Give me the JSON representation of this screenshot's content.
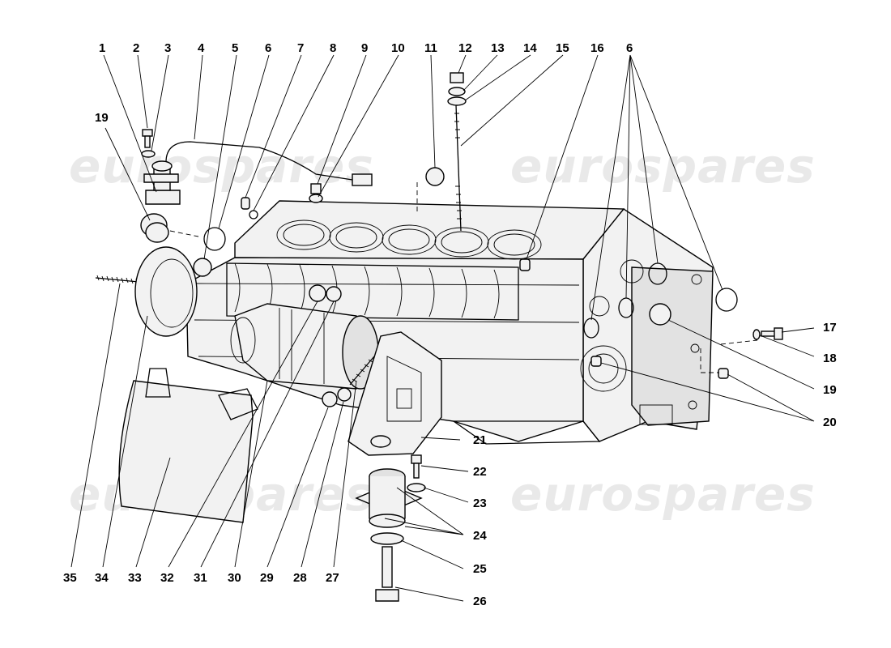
{
  "watermark": {
    "text": "eurospares"
  },
  "callouts": [
    {
      "id": "c1",
      "label": "1"
    },
    {
      "id": "c2",
      "label": "2"
    },
    {
      "id": "c3",
      "label": "3"
    },
    {
      "id": "c4",
      "label": "4"
    },
    {
      "id": "c5",
      "label": "5"
    },
    {
      "id": "c6a",
      "label": "6"
    },
    {
      "id": "c7",
      "label": "7"
    },
    {
      "id": "c8",
      "label": "8"
    },
    {
      "id": "c9",
      "label": "9"
    },
    {
      "id": "c10",
      "label": "10"
    },
    {
      "id": "c11",
      "label": "11"
    },
    {
      "id": "c12",
      "label": "12"
    },
    {
      "id": "c13",
      "label": "13"
    },
    {
      "id": "c14",
      "label": "14"
    },
    {
      "id": "c15",
      "label": "15"
    },
    {
      "id": "c16",
      "label": "16"
    },
    {
      "id": "c6b",
      "label": "6"
    },
    {
      "id": "c19a",
      "label": "19"
    },
    {
      "id": "c17",
      "label": "17"
    },
    {
      "id": "c18",
      "label": "18"
    },
    {
      "id": "c19b",
      "label": "19"
    },
    {
      "id": "c20",
      "label": "20"
    },
    {
      "id": "c21",
      "label": "21"
    },
    {
      "id": "c22",
      "label": "22"
    },
    {
      "id": "c23",
      "label": "23"
    },
    {
      "id": "c24",
      "label": "24"
    },
    {
      "id": "c25",
      "label": "25"
    },
    {
      "id": "c26",
      "label": "26"
    },
    {
      "id": "c35",
      "label": "35"
    },
    {
      "id": "c34",
      "label": "34"
    },
    {
      "id": "c33",
      "label": "33"
    },
    {
      "id": "c32",
      "label": "32"
    },
    {
      "id": "c31",
      "label": "31"
    },
    {
      "id": "c30",
      "label": "30"
    },
    {
      "id": "c29",
      "label": "29"
    },
    {
      "id": "c28",
      "label": "28"
    },
    {
      "id": "c27",
      "label": "27"
    }
  ]
}
